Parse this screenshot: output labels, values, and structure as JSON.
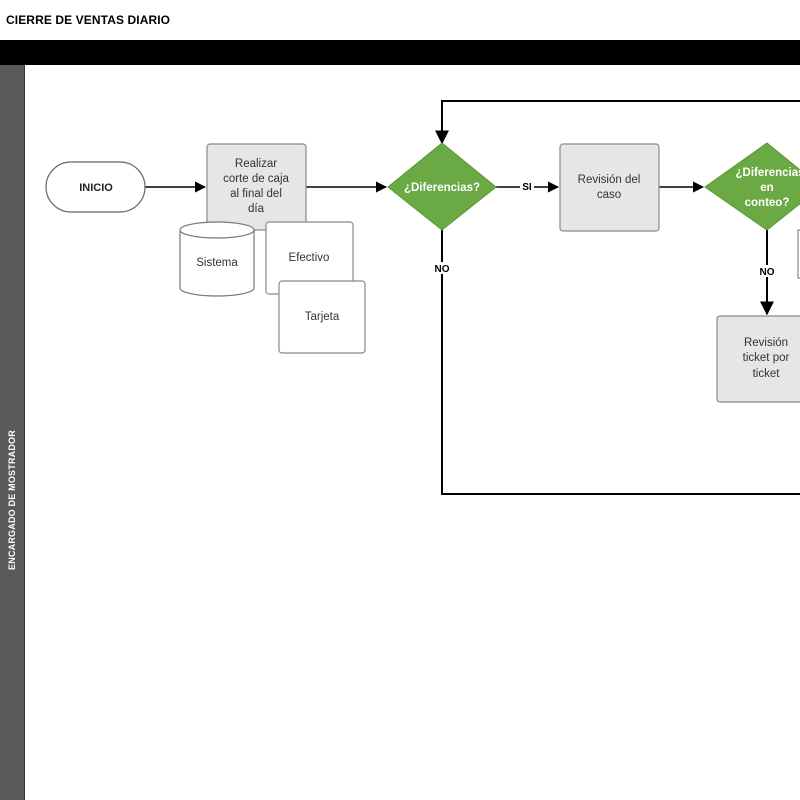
{
  "title": "CIERRE DE VENTAS DIARIO",
  "lane": {
    "label": "ENCARGADO DE MOSTRADOR"
  },
  "nodes": {
    "inicio": "INICIO",
    "realizar": [
      "Realizar",
      "corte de caja",
      "al final del",
      "día"
    ],
    "sistema": "Sistema",
    "efectivo": "Efectivo",
    "tarjeta": "Tarjeta",
    "diferencias": "¿Diferencias?",
    "revision_caso": [
      "Revisión del",
      "caso"
    ],
    "diferencias_conteo": [
      "¿Diferencias",
      "en",
      "conteo?"
    ],
    "revision_ticket": [
      "Revisión",
      "ticket por",
      "ticket"
    ]
  },
  "edges": {
    "si": "SI",
    "no_1": "NO",
    "no_2": "NO"
  },
  "colors": {
    "decision": "#6aa943",
    "process_fill": "#e6e6e6",
    "process_stroke": "#8a8a8a",
    "lane": "#5a5a5a",
    "bar": "#000000"
  }
}
